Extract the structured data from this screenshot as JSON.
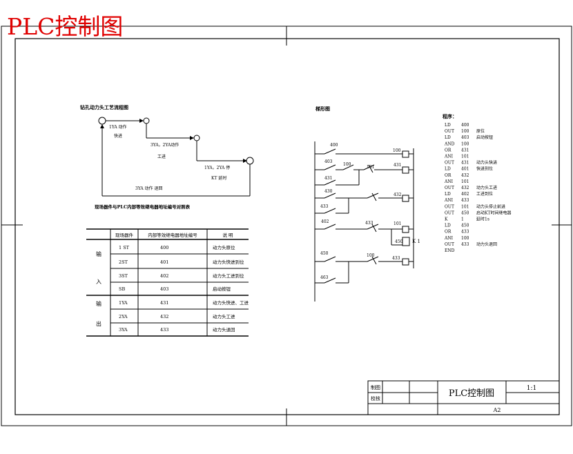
{
  "page_title": "PLC控制图",
  "flow": {
    "title": "钻孔动力头工艺流程图",
    "step1_line1": "1YA  动作",
    "step1_line2": "快进",
    "step2_line1": "3YA，2YA动作",
    "step2_line2": "工进",
    "step3_line1": "1YA，2YA 停",
    "step3_line2": "KT 延时",
    "return_label": "3YA 动作  退回"
  },
  "io_table": {
    "title": "现场器件与PLC内部等效继电器地址编号对照表",
    "headers": [
      "现场器件",
      "内部等效继电器地址编号",
      "说  明"
    ],
    "group_input_top": "输",
    "group_input_bottom": "入",
    "group_output_top": "输",
    "group_output_bottom": "出",
    "rows": [
      {
        "device": "1 ST",
        "address": "400",
        "desc": "动力头原位"
      },
      {
        "device": "2ST",
        "address": "401",
        "desc": "动力头快进到位"
      },
      {
        "device": "3ST",
        "address": "402",
        "desc": "动力头工进到位"
      },
      {
        "device": "SB",
        "address": "403",
        "desc": "启动按钮"
      },
      {
        "device": "1YA",
        "address": "431",
        "desc": "动力头快进、工进"
      },
      {
        "device": "2YA",
        "address": "432",
        "desc": "动力头工进"
      },
      {
        "device": "3YA",
        "address": "433",
        "desc": "动力头退回"
      }
    ]
  },
  "ladder": {
    "title": "梯形图",
    "contacts": [
      "400",
      "403",
      "100",
      "431",
      "101",
      "430",
      "433",
      "402",
      "433",
      "450",
      "100",
      "463"
    ],
    "coils": [
      "100",
      "431",
      "432",
      "101",
      "450",
      "433"
    ],
    "timer_label": "K 1"
  },
  "program": {
    "title": "程序：",
    "rows": [
      {
        "op": "LD",
        "addr": "400",
        "note": ""
      },
      {
        "op": "OUT",
        "addr": "100",
        "note": "原位"
      },
      {
        "op": "LD",
        "addr": "403",
        "note": "启动按钮"
      },
      {
        "op": "AND",
        "addr": "100",
        "note": ""
      },
      {
        "op": "OR",
        "addr": "431",
        "note": ""
      },
      {
        "op": "ANI",
        "addr": "101",
        "note": ""
      },
      {
        "op": "OUT",
        "addr": "431",
        "note": "动力头快进"
      },
      {
        "op": "LD",
        "addr": "401",
        "note": "快进到位"
      },
      {
        "op": "OR",
        "addr": "432",
        "note": ""
      },
      {
        "op": "ANI",
        "addr": "101",
        "note": ""
      },
      {
        "op": "OUT",
        "addr": "432",
        "note": "动力头工进"
      },
      {
        "op": "LD",
        "addr": "402",
        "note": "工进到位"
      },
      {
        "op": "ANI",
        "addr": "433",
        "note": ""
      },
      {
        "op": "OUT",
        "addr": "101",
        "note": "动力头停止前进"
      },
      {
        "op": "OUT",
        "addr": "450",
        "note": "启动KT时间继电器"
      },
      {
        "op": "K",
        "addr": "1",
        "note": "延时1s"
      },
      {
        "op": "LD",
        "addr": "450",
        "note": ""
      },
      {
        "op": "OR",
        "addr": "433",
        "note": ""
      },
      {
        "op": "ANI",
        "addr": "100",
        "note": ""
      },
      {
        "op": "OUT",
        "addr": "433",
        "note": "动力头退回"
      },
      {
        "op": "END",
        "addr": "",
        "note": ""
      }
    ]
  },
  "title_block": {
    "drawn_label": "制图",
    "checked_label": "校核",
    "drawing_name": "PLC控制图",
    "scale": "1:1",
    "sheet_size": "A2"
  }
}
